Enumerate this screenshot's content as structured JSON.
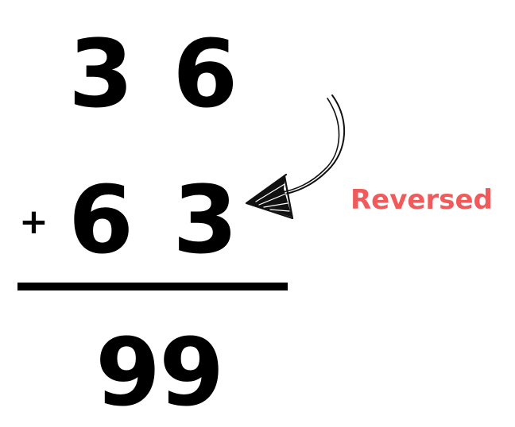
{
  "problem": {
    "top_number": "36",
    "top_digits": [
      "3",
      "6"
    ],
    "second_number": "63",
    "second_digits": [
      "6",
      "3"
    ],
    "operator": "+",
    "result": "99"
  },
  "annotation": {
    "label": "Reversed",
    "color": "#f15a5a"
  },
  "icons": {
    "arrow": "hand-drawn-curved-arrow-icon"
  }
}
